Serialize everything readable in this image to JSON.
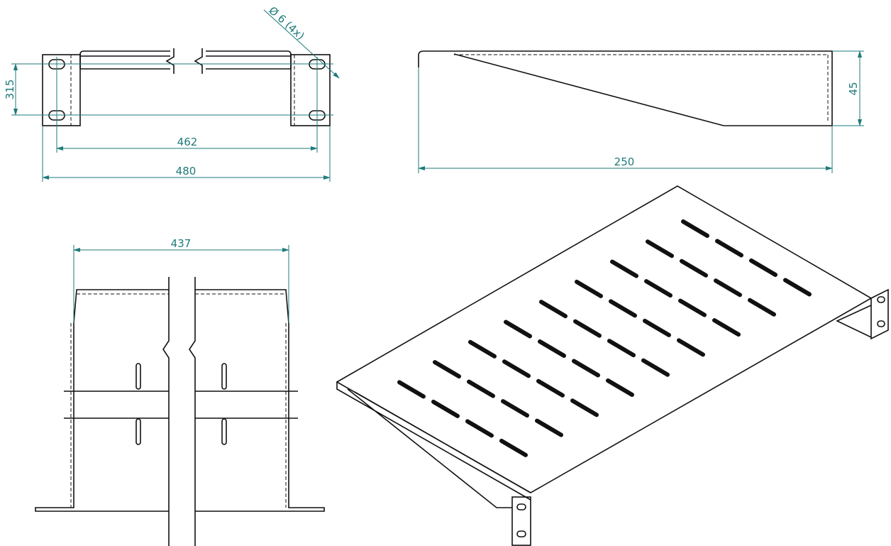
{
  "dimensions": {
    "hole": "Ø 6 (4x)",
    "hole_spacing_vertical": "315",
    "hole_spacing_horizontal": "462",
    "overall_width": "480",
    "height": "45",
    "depth": "250",
    "inner_width": "437"
  },
  "colors": {
    "dimension": "#1f7a7a",
    "outline": "#111111"
  },
  "iso_slots": {
    "rows": 4,
    "per_row": 9
  }
}
